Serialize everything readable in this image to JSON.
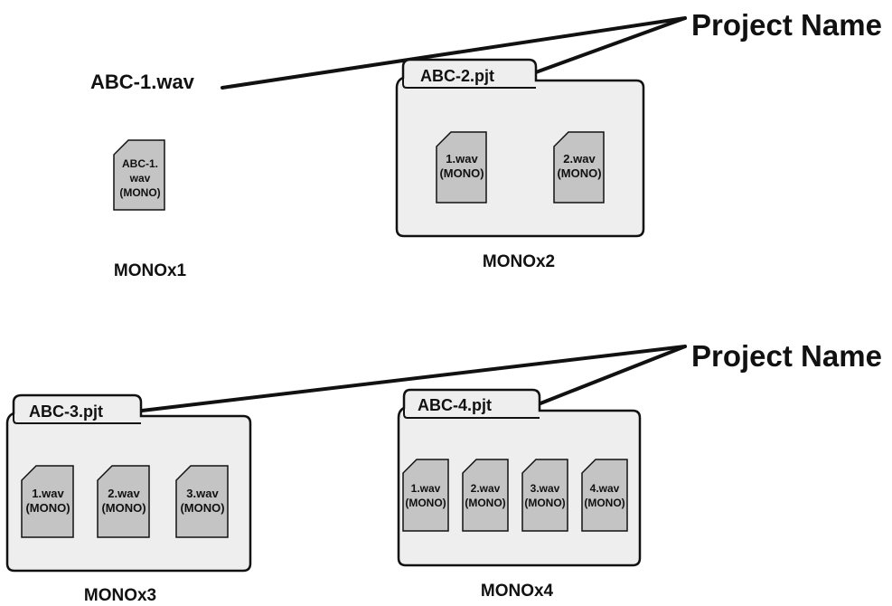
{
  "colors": {
    "folder_fill": "#eeeeee",
    "file_fill": "#c4c4c4",
    "stroke": "#111111"
  },
  "labels": {
    "project_name_top": "Project Name",
    "project_name_bottom": "Project Name",
    "wav_filename": "ABC-1.wav"
  },
  "groups": [
    {
      "caption": "MONOx1",
      "file": [
        "ABC-1.",
        "wav",
        "(MONO)"
      ]
    },
    {
      "caption": "MONOx2",
      "folder_tab": "ABC-2.pjt",
      "files": [
        [
          "1.wav",
          "(MONO)"
        ],
        [
          "2.wav",
          "(MONO)"
        ]
      ]
    },
    {
      "caption": "MONOx3",
      "folder_tab": "ABC-3.pjt",
      "files": [
        [
          "1.wav",
          "(MONO)"
        ],
        [
          "2.wav",
          "(MONO)"
        ],
        [
          "3.wav",
          "(MONO)"
        ]
      ]
    },
    {
      "caption": "MONOx4",
      "folder_tab": "ABC-4.pjt",
      "files": [
        [
          "1.wav",
          "(MONO)"
        ],
        [
          "2.wav",
          "(MONO)"
        ],
        [
          "3.wav",
          "(MONO)"
        ],
        [
          "4.wav",
          "(MONO)"
        ]
      ]
    }
  ]
}
